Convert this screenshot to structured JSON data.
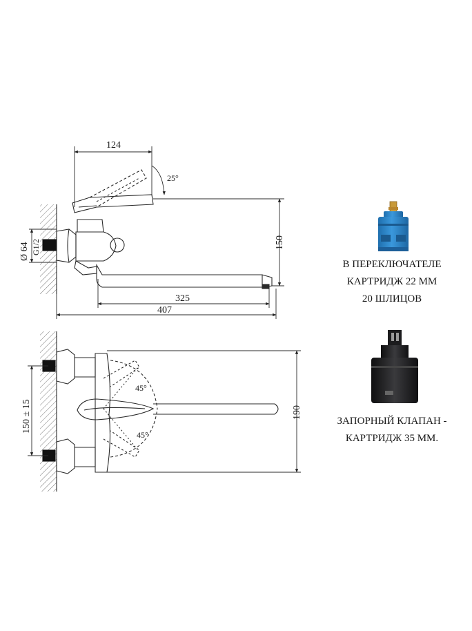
{
  "top_view": {
    "dims": {
      "width_124": "124",
      "angle_25": "25°",
      "diameter_64": "Ø 64",
      "dn_12": "G1/2",
      "height_150": "150",
      "spout_325": "325",
      "total_407": "407"
    }
  },
  "front_view": {
    "dims": {
      "center_150": "150 ± 15",
      "angle_upper": "45°",
      "angle_lower": "45°",
      "height_190": "190"
    }
  },
  "cartridge_switch": {
    "lines": [
      "В ПЕРЕКЛЮЧАТЕЛЕ",
      "КАРТРИДЖ 22 ММ",
      "20 ШЛИЦОВ"
    ]
  },
  "cartridge_valve": {
    "lines": [
      "ЗАПОРНЫЙ КЛАПАН -",
      "КАРТРИДЖ 35 ММ."
    ]
  },
  "colors": {
    "line": "#2a2a2a",
    "cartridge_blue": "#2f86c9",
    "cartridge_brass": "#c89a3a",
    "cartridge_black": "#1c1c1e"
  }
}
